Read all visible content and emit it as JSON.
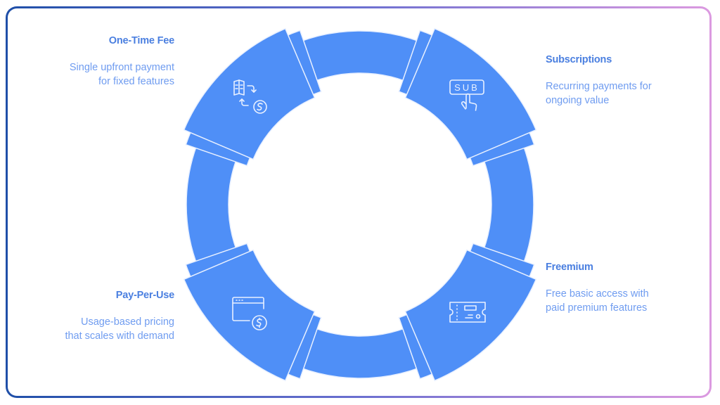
{
  "colors": {
    "ring_fill": "#4f8ff7",
    "ring_stroke": "#e8f0ff",
    "title": "#4a7fe0",
    "description": "#6f9cf0",
    "frame_gradient_start": "#1f4fa8",
    "frame_gradient_end": "#dc9ae0"
  },
  "cycle": {
    "stages": [
      {
        "id": "one-time-fee",
        "title": "One-Time Fee",
        "description": "Single upfront payment for fixed features",
        "icon": "book-exchange-dollar-icon",
        "position": "top-left"
      },
      {
        "id": "subscriptions",
        "title": "Subscriptions",
        "description": "Recurring payments for ongoing value",
        "icon": "sub-button-tap-icon",
        "position": "top-right"
      },
      {
        "id": "freemium",
        "title": "Freemium",
        "description": "Free basic access with paid premium features",
        "icon": "ticket-icon",
        "position": "bottom-right"
      },
      {
        "id": "pay-per-use",
        "title": "Pay-Per-Use",
        "description": "Usage-based pricing that scales with demand",
        "icon": "browser-dollar-icon",
        "position": "bottom-left"
      }
    ]
  }
}
